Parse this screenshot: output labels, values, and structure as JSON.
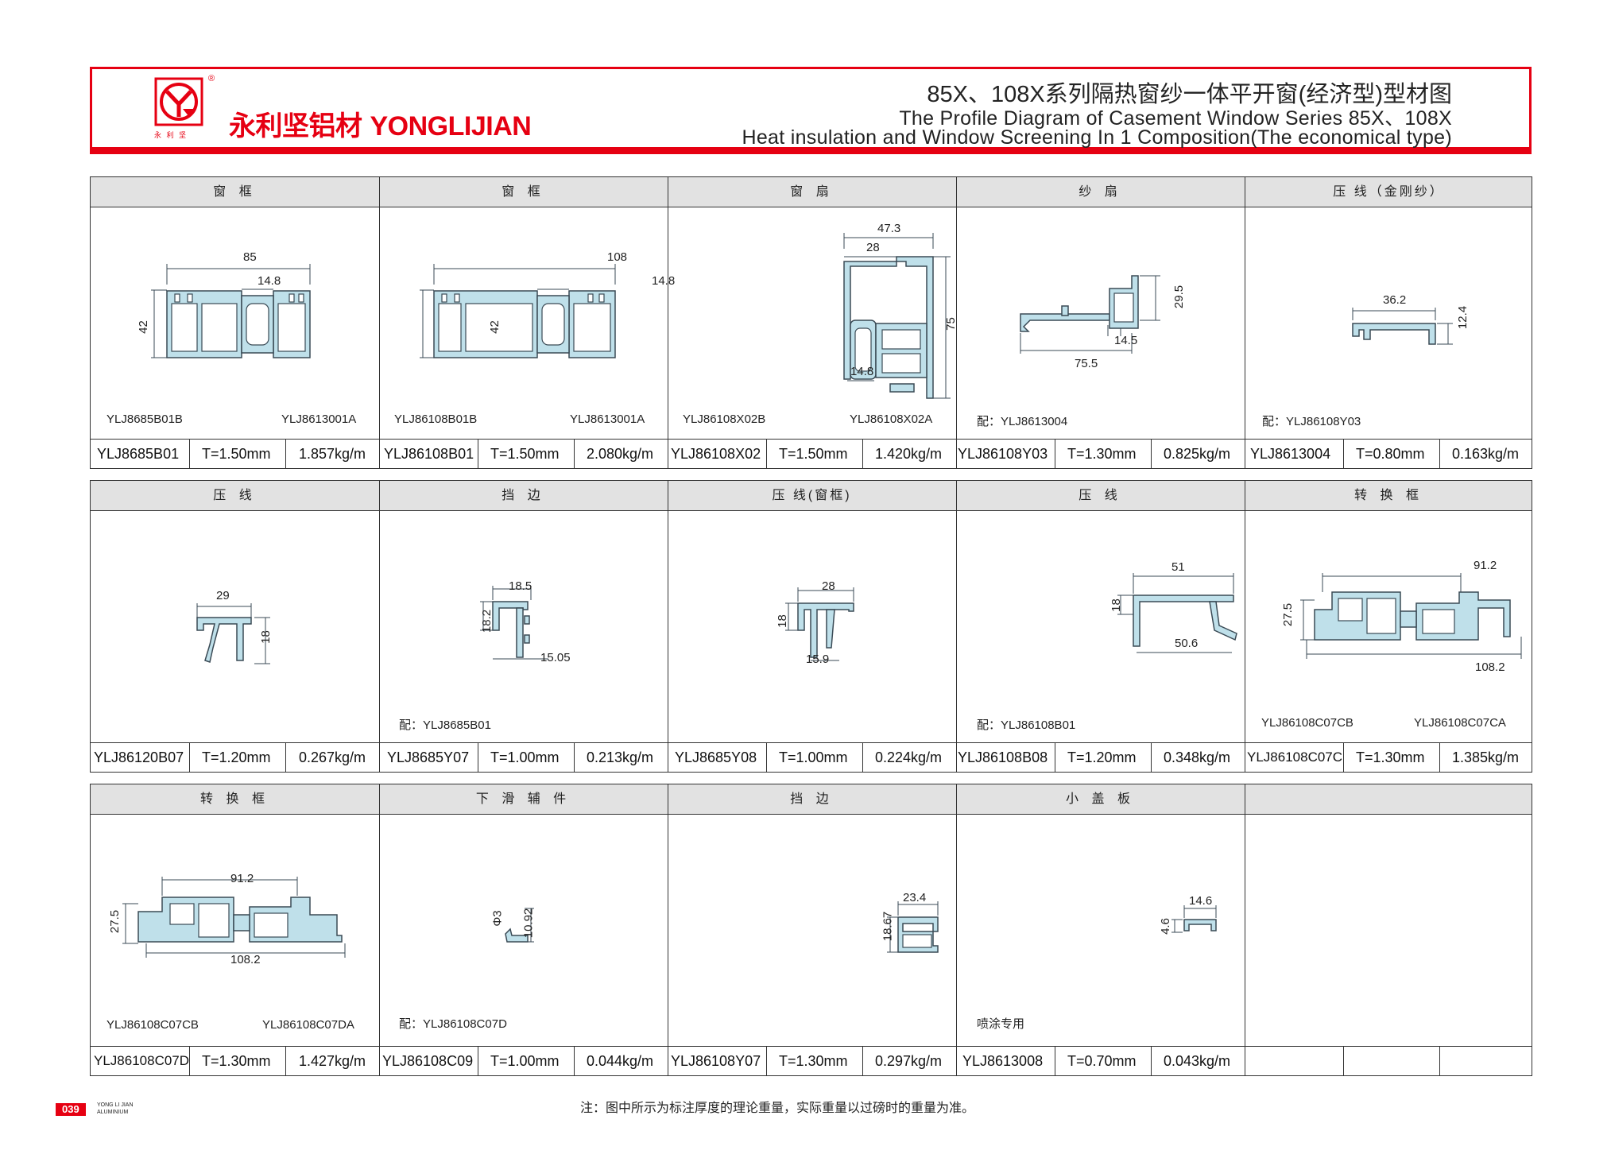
{
  "header": {
    "registered": "®",
    "logo_chars": "永 利 坚",
    "brand_cn": "永利坚铝材",
    "brand_en": "YONGLIJIAN",
    "title_cn": "85X、108X系列隔热窗纱一体平开窗(经济型)型材图",
    "title_en_line1": "The Profile Diagram of Casement Window Series 85X、108X",
    "title_en_line2": "Heat insulation and Window Screening In 1 Composition(The economical type)"
  },
  "colors": {
    "accent_red": "#e60012",
    "profile_fill": "#bfe0ea",
    "profile_stroke": "#3a4a55",
    "header_gray": "#e2e2e2"
  },
  "rows": [
    {
      "cells": [
        {
          "title": "窗  框",
          "dims": [
            "85",
            "14.8",
            "42"
          ],
          "left_label": "YLJ8685B01B",
          "right_label": "YLJ8613001A",
          "code": "YLJ8685B01",
          "thickness": "T=1.50mm",
          "weight": "1.857kg/m"
        },
        {
          "title": "窗  框",
          "dims": [
            "108",
            "14.8",
            "42"
          ],
          "left_label": "YLJ86108B01B",
          "right_label": "YLJ8613001A",
          "code": "YLJ86108B01",
          "thickness": "T=1.50mm",
          "weight": "2.080kg/m"
        },
        {
          "title": "窗  扇",
          "dims": [
            "47.3",
            "28",
            "75",
            "14.8"
          ],
          "left_label": "YLJ86108X02B",
          "right_label": "YLJ86108X02A",
          "code": "YLJ86108X02",
          "thickness": "T=1.50mm",
          "weight": "1.420kg/m"
        },
        {
          "title": "纱  扇",
          "dims": [
            "29.5",
            "14.5",
            "75.5"
          ],
          "left_label": "配：YLJ8613004",
          "right_label": "",
          "code": "YLJ86108Y03",
          "thickness": "T=1.30mm",
          "weight": "0.825kg/m"
        },
        {
          "title": "压  线（金刚纱）",
          "dims": [
            "36.2",
            "12.4"
          ],
          "left_label": "配：YLJ86108Y03",
          "right_label": "",
          "code": "YLJ8613004",
          "thickness": "T=0.80mm",
          "weight": "0.163kg/m"
        }
      ]
    },
    {
      "cells": [
        {
          "title": "压  线",
          "dims": [
            "29",
            "18"
          ],
          "left_label": "",
          "right_label": "",
          "code": "YLJ86120B07",
          "thickness": "T=1.20mm",
          "weight": "0.267kg/m"
        },
        {
          "title": "挡  边",
          "dims": [
            "18.5",
            "18.2",
            "15.05"
          ],
          "left_label": "配：YLJ8685B01",
          "right_label": "",
          "code": "YLJ8685Y07",
          "thickness": "T=1.00mm",
          "weight": "0.213kg/m"
        },
        {
          "title": "压 线(窗框)",
          "dims": [
            "28",
            "18",
            "15.9"
          ],
          "left_label": "",
          "right_label": "",
          "code": "YLJ8685Y08",
          "thickness": "T=1.00mm",
          "weight": "0.224kg/m"
        },
        {
          "title": "压  线",
          "dims": [
            "51",
            "18",
            "50.6"
          ],
          "left_label": "配：YLJ86108B01",
          "right_label": "",
          "code": "YLJ86108B08",
          "thickness": "T=1.20mm",
          "weight": "0.348kg/m"
        },
        {
          "title": "转 换 框",
          "dims": [
            "91.2",
            "27.5",
            "108.2"
          ],
          "left_label": "YLJ86108C07CB",
          "right_label": "YLJ86108C07CA",
          "code": "YLJ86108C07C",
          "thickness": "T=1.30mm",
          "weight": "1.385kg/m"
        }
      ]
    },
    {
      "cells": [
        {
          "title": "转 换 框",
          "dims": [
            "91.2",
            "27.5",
            "108.2"
          ],
          "left_label": "YLJ86108C07CB",
          "right_label": "YLJ86108C07DA",
          "code": "YLJ86108C07D",
          "thickness": "T=1.30mm",
          "weight": "1.427kg/m"
        },
        {
          "title": "下 滑 辅 件",
          "dims": [
            "Φ3",
            "10.92"
          ],
          "left_label": "配：YLJ86108C07D",
          "right_label": "",
          "code": "YLJ86108C09",
          "thickness": "T=1.00mm",
          "weight": "0.044kg/m"
        },
        {
          "title": "挡  边",
          "dims": [
            "23.4",
            "18.67"
          ],
          "left_label": "",
          "right_label": "",
          "code": "YLJ86108Y07",
          "thickness": "T=1.30mm",
          "weight": "0.297kg/m"
        },
        {
          "title": "小 盖 板",
          "dims": [
            "14.6",
            "4.6"
          ],
          "left_label": "喷涂专用",
          "right_label": "",
          "code": "YLJ8613008",
          "thickness": "T=0.70mm",
          "weight": "0.043kg/m"
        },
        {
          "title": "",
          "dims": [],
          "left_label": "",
          "right_label": "",
          "code": "",
          "thickness": "",
          "weight": ""
        }
      ]
    }
  ],
  "footer": {
    "page_number": "039",
    "caption_line1": "YONG LI JIAN",
    "caption_line2": "ALUMINIUM",
    "note": "注：图中所示为标注厚度的理论重量，实际重量以过磅时的重量为准。"
  }
}
